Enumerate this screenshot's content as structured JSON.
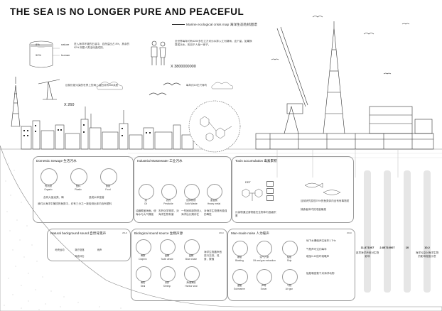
{
  "title": "THE SEA IS NO LONGER PURE AND PEACEFUL",
  "subtitle": "Marine ecological crisis map 海洋生态危机图谱",
  "top_stats": {
    "nature_pct": "8%",
    "nature_label": "nature",
    "human_pct": "92%",
    "human_label": "human",
    "pct_note": "进入海洋环境的石油中，自然溢出占 8%，其余的 92% 则是人类活动造成的。",
    "people_note": "全世界每年约有4200多亿立方米污水排入江河湖海，这个量，如果换算成淡水，相当于人每一家子。",
    "big_multiplier": "X 3800000000",
    "bird_note": "每年约10亿只海鸟",
    "oil_note": "目前仍被污染的世界上的海上油田共有260余座",
    "oil_count": "X 260",
    "turtle_note": "海洋生物被困于油的海域数量"
  },
  "panels": {
    "domestic_sewage": {
      "title": "Domestic Sewage 生活污水",
      "items": [
        {
          "cn": "有机物",
          "en": "Organic"
        },
        {
          "cn": "塑料",
          "en": "Plastic"
        },
        {
          "cn": "食物",
          "en": "Food"
        }
      ],
      "note_a": "含有大量油类、磷",
      "note_b": "造成水体富营",
      "note_c": "我们从海洋中捕捞的鱼类中，约有三分之一被检测出体内含有塑料"
    },
    "industrial_wastewater": {
      "title": "Industrial Wastewater 工业污水",
      "items": [
        {
          "cn": "油",
          "en": "Oil"
        },
        {
          "cn": "农药",
          "en": "Pesticide"
        },
        {
          "cn": "固体物质",
          "en": "Solid Waste"
        },
        {
          "cn": "重金属",
          "en": "Heavy metal"
        }
      ],
      "note_a": "油膜覆盖海面，使海水与大气隔绝",
      "note_b": "农药化学物质，对海洋生物有害",
      "note_c": "一些固体废物进入海洋后长期存在",
      "note_d": "对海洋生物具有极强的毒性"
    },
    "toxin": {
      "title": "Toxin accumulation 毒素累积",
      "ddt": "DDT",
      "note_a": "污染物通过食物链在生物体内逐级积累",
      "note_b": "目前研究发现70%的鱼类体内含有有毒物质",
      "note_c": "捕食者体内的浓度最高"
    },
    "natural_sound": {
      "title": "Natural background sound 自然背景声",
      "items": [
        {
          "cn": "地壳运动"
        },
        {
          "cn": "潮汐涨落"
        },
        {
          "cn": "雨声"
        },
        {
          "cn": "海浪冲击"
        }
      ],
      "unit": "20Hz"
    },
    "biological_sound": {
      "title": "Biological sound source 生物声源",
      "items": [
        {
          "cn": "海豚",
          "en": "Dolphin"
        },
        {
          "cn": "齿鲸",
          "en": "Tooth whale"
        },
        {
          "cn": "蓝鲸",
          "en": "Blue whale"
        },
        {
          "cn": "海豹",
          "en": "Seal"
        },
        {
          "cn": "对虾",
          "en": "Shrimp"
        },
        {
          "cn": "海港海豹",
          "en": "Harbor seal"
        }
      ],
      "unit": "20Hz",
      "note": "海洋生物靠声音进行交流、觅食、繁殖"
    },
    "manmade_noise": {
      "title": "Man-made noise 人为噪声",
      "items": [
        {
          "cn": "爆破",
          "en": "Blasting"
        },
        {
          "cn": "油气开采",
          "en": "Oil and gas extraction"
        },
        {
          "cn": "船舶",
          "en": "Ship"
        },
        {
          "cn": "潜艇",
          "en": "Submarine"
        },
        {
          "cn": "声呐",
          "en": "Sonar"
        },
        {
          "cn": "气枪",
          "en": "Air gun"
        }
      ],
      "unit": "20Hz",
      "note_a": "地下水爆破声达每年1.7Hz",
      "note_b": "气枪声可达约每年",
      "note_c": "增加0.42倍环境噪声",
      "note_d": "船舶噪音数千米海洋动物"
    }
  },
  "right_bars": {
    "values": [
      "11.871007",
      "2.85710007",
      "10",
      "10.2"
    ],
    "notes": [
      "各项海洋声音对生物影响",
      "",
      "",
      "海洋污染对海洋生物的影响程度示意"
    ]
  }
}
